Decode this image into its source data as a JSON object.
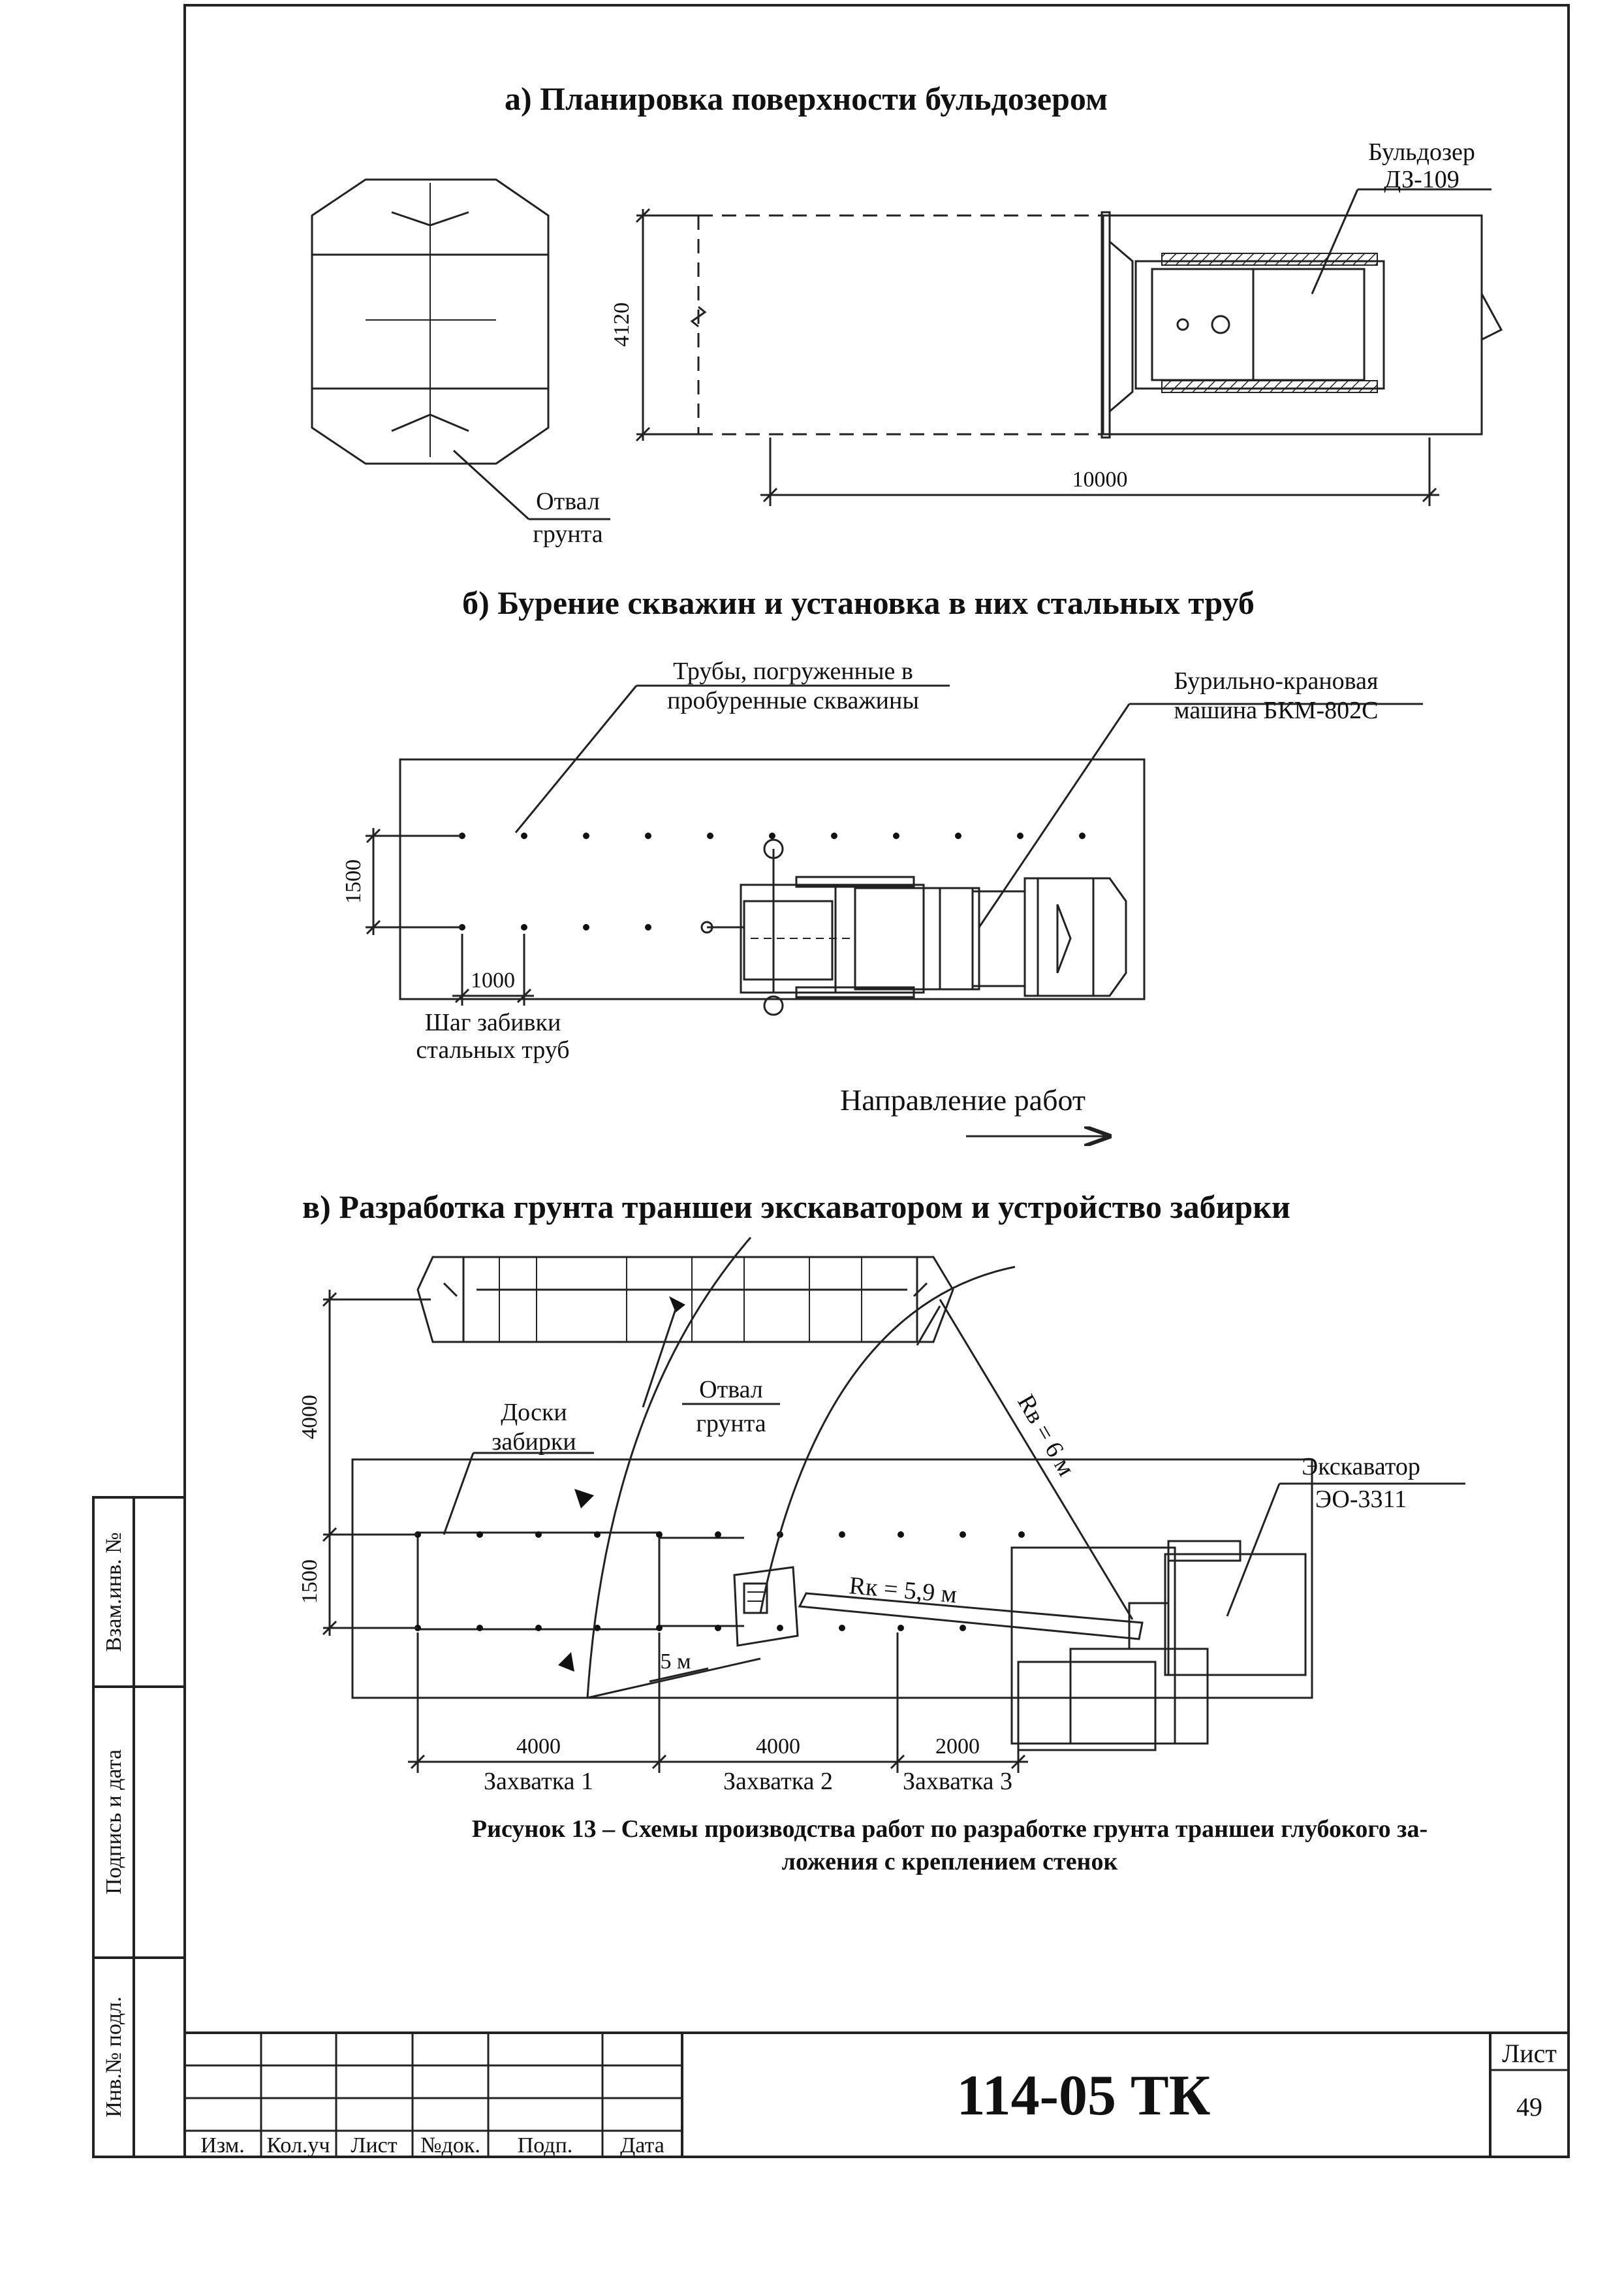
{
  "section_a": {
    "title": "а) Планировка поверхности бульдозером",
    "bulldozer_label_1": "Бульдозер",
    "bulldozer_label_2": "ДЗ-109",
    "dim_width": "4120",
    "dim_length": "10000",
    "spoil_label_1": "Отвал",
    "spoil_label_2": "грунта"
  },
  "section_b": {
    "title": "б) Бурение скважин и установка в них стальных труб",
    "pipes_label_1": "Трубы, погруженные в",
    "pipes_label_2": "пробуренные скважины",
    "machine_label_1": "Бурильно-крановая",
    "machine_label_2": "машина БКМ-802С",
    "dim_width": "1500",
    "dim_step": "1000",
    "step_label_1": "Шаг забивки",
    "step_label_2": "стальных труб",
    "direction_label": "Направление работ"
  },
  "section_c": {
    "title": "в) Разработка грунта траншеи экскаватором и устройство забирки",
    "dim_spoil": "4000",
    "dim_trench": "1500",
    "boards_label_1": "Доски",
    "boards_label_2": "забирки",
    "spoil_label_1": "Отвал",
    "spoil_label_2": "грунта",
    "radius_rv": "Rв = 6 м",
    "radius_rk": "Rк = 5,9 м",
    "dim_5m": "5 м",
    "excavator_label_1": "Экскаватор",
    "excavator_label_2": "ЭО-3311",
    "dims_bottom": [
      "4000",
      "4000",
      "2000"
    ],
    "grips": [
      "Захватка 1",
      "Захватка 2",
      "Захватка 3"
    ]
  },
  "caption": {
    "line_1": "Рисунок 13 – Схемы производства работ по разработке грунта траншеи глубокого за-",
    "line_2": "ложения с креплением стенок"
  },
  "side_stamp": {
    "inv_podl": "Инв.№ подл.",
    "podpis_data": "Подпись и дата",
    "vzam_inv": "Взам.инв. №"
  },
  "title_block": {
    "columns": [
      "Изм.",
      "Кол.уч",
      "Лист",
      "№док.",
      "Подп.",
      "Дата"
    ],
    "doc_code": "114-05 ТК",
    "sheet_label": "Лист",
    "sheet_number": "49"
  }
}
